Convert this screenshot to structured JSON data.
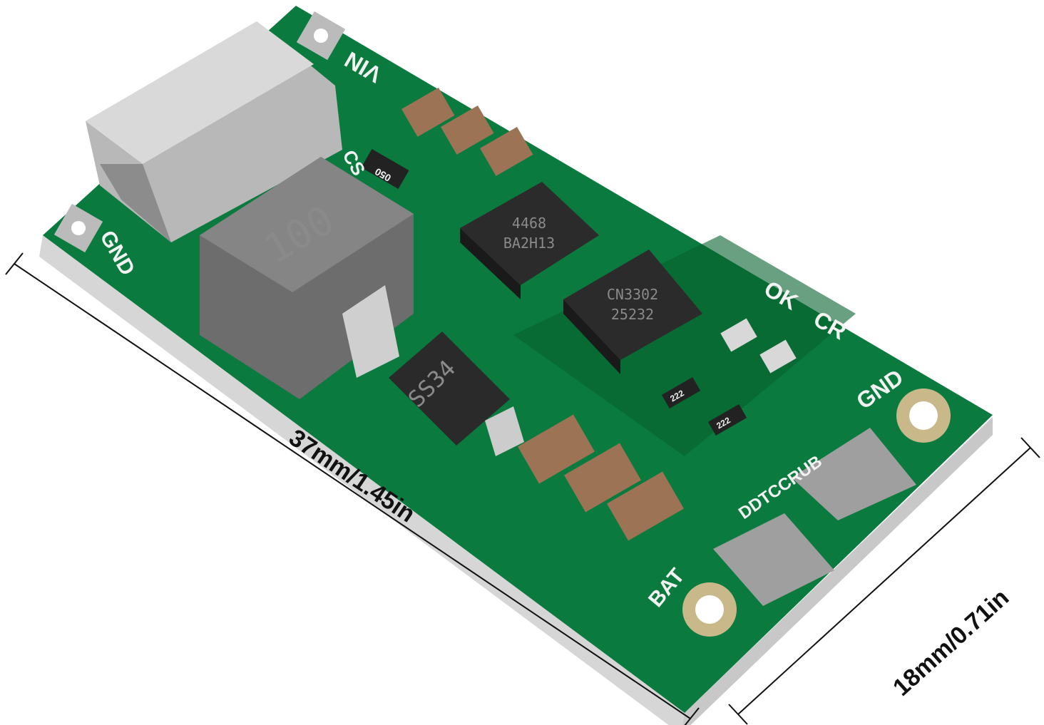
{
  "board": {
    "silkscreen": {
      "vin": "VIN",
      "gnd_left": "GND",
      "cs": "CS",
      "ok": "OK",
      "cr": "CR",
      "gnd_right": "GND",
      "bat": "BAT",
      "brand": "DDTCCRUB"
    },
    "components": {
      "resistor_cs": "050",
      "inductor": "100",
      "ic1_line1": "4468",
      "ic1_line2": "BA2H13",
      "ic2_line1": "CN3302",
      "ic2_line2": "25232",
      "diode": "SS34",
      "resistor_a": "222",
      "resistor_b": "222"
    },
    "colors": {
      "pcb": "#0a7a3e",
      "pcb_dark": "#06612f",
      "edge": "#d8d8d8",
      "pad": "#a9a9a9"
    }
  },
  "dimensions": {
    "length": "37mm/1.45in",
    "width": "18mm/0.71in"
  }
}
